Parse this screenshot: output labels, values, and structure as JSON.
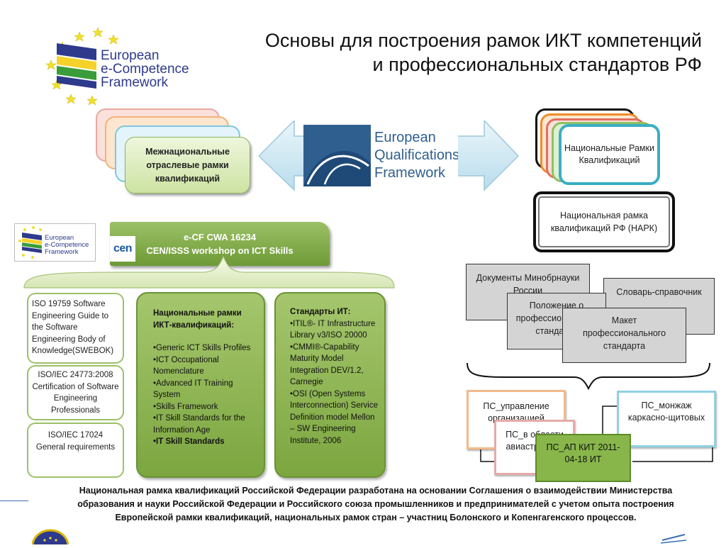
{
  "title": {
    "line1": "Основы для построения рамок ИКТ компетенций",
    "line2": "и профессиональных стандартов РФ"
  },
  "ecf_logo": {
    "line1": "European",
    "line2": "e-Competence",
    "line3": "Framework"
  },
  "eqf_logo": {
    "line1": "European",
    "line2": "Qualifications",
    "line3": "Framework"
  },
  "international_box": "Межнациональные отраслевые рамки квалификаций",
  "national_frameworks_box": "Национальные Рамки Квалификаций",
  "nrk_box": "Национальная рамка квалификаций РФ (НАРК)",
  "ecf_bar": {
    "line1": "e-CF CWA 16234",
    "line2": "CEN/ISSS workshop on ICT Skills"
  },
  "cen_logo": "cen",
  "iso_boxes": [
    "ISO 19759 Software Engineering Guide to the Software Engineering Body of Knowledge(SWEBOK)",
    "ISO/IEC 24773:2008 Certification of Software Engineering Professionals",
    "ISO/IEC 17024 General requirements"
  ],
  "national_ict": {
    "heading": "Национальные рамки ИКТ-квалификаций:",
    "items": [
      "•Generic ICT Skills Profiles",
      "•ICT Occupational Nomenclature",
      "•Advanced IT Training System",
      "•Skills Framework",
      "•IT Skill Standards for the Information Age",
      "•IT Skill Standards"
    ]
  },
  "it_standards": {
    "heading": "Стандарты ИТ:",
    "items": [
      "•ITIL®- IT Infrastructure Library v3/ISO 20000",
      "•CMMI®-Capability Maturity Model Integration DEV/1.2, Carnegie",
      "•OSI (Open Systems Interconnection) Service Definition model Mellon – SW Engineering Institute, 2006"
    ]
  },
  "docs": {
    "doc1": "Документы Минобрнауки России",
    "doc2": "Положение о профессиональном стандарте",
    "doc3": "Словарь-справочник",
    "doc4": "Макет профессионального стандарта"
  },
  "ps": {
    "ps1": "ПС_управление организацией",
    "ps2": "ПС_в области авиастроения",
    "ps3": "ПС_монжаж каркасно-щитовых",
    "ps4": "ПС_АП КИТ 2011-04-18 ИТ"
  },
  "bottom_text": "Национальная рамка квалификаций Российской Федерации разработана на основании Соглашения о взаимодействии Министерства образования и науки Российской Федерации и Российского союза промышленников и предпринимателей с учетом опыта построения Европейской рамки квалификаций, национальных рамок стран – участниц Болонского и Копенгагенского процессов.",
  "colors": {
    "green": "#8fb35a",
    "gray": "#d4d4d4",
    "teal": "#3aaec4",
    "navy": "#2e3a8c"
  }
}
